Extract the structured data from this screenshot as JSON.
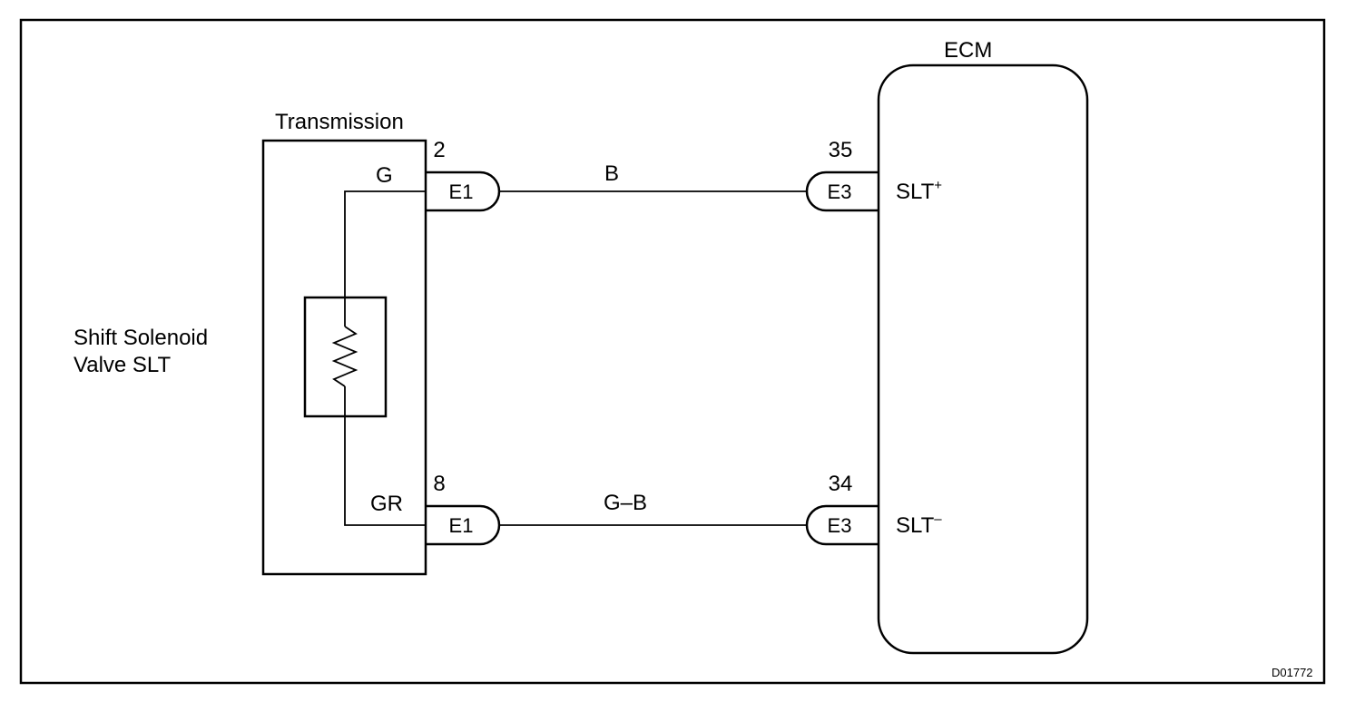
{
  "labels": {
    "transmission": "Transmission",
    "ecm": "ECM",
    "solenoid_line1": "Shift Solenoid",
    "solenoid_line2": "Valve SLT",
    "diagram_id": "D01772"
  },
  "connectors": {
    "e1_top": {
      "name": "E1",
      "pin": "2"
    },
    "e1_bottom": {
      "name": "E1",
      "pin": "8"
    },
    "e3_top": {
      "name": "E3",
      "pin": "35"
    },
    "e3_bottom": {
      "name": "E3",
      "pin": "34"
    }
  },
  "wires": {
    "top_inner": "G",
    "bottom_inner": "GR",
    "top_harness": "B",
    "bottom_harness": "G–B"
  },
  "ecm_terminals": {
    "top_base": "SLT",
    "top_sign": "+",
    "bottom_base": "SLT",
    "bottom_sign": "–"
  }
}
